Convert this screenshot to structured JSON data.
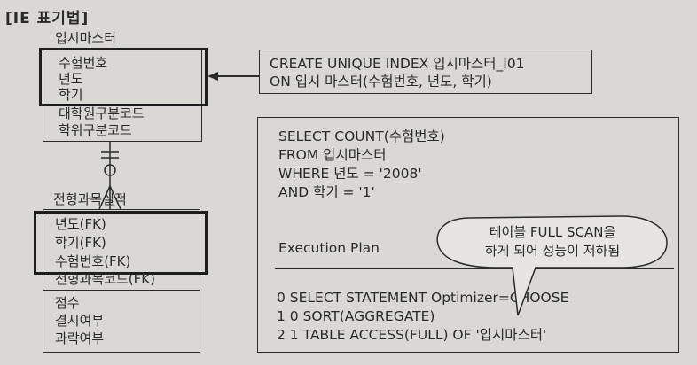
{
  "title": "[IE 표기법]",
  "entity1": {
    "name": "입시마스터",
    "pk_rows": [
      "수험번호",
      "년도",
      "학기"
    ],
    "attr_rows": [
      "대학원구분코드",
      "학위구분코드"
    ]
  },
  "entity2": {
    "name": "전형과목실적",
    "pk_rows": [
      "년도(FK)",
      "학기(FK)",
      "수험번호(FK)",
      "전형과목코드(FK)"
    ],
    "attr_rows": [
      "점수",
      "결시여부",
      "과락여부"
    ]
  },
  "index_box": {
    "line1": "CREATE UNIQUE INDEX  입시마스터_I01",
    "line2": "ON 입시 마스터(수험번호, 년도, 학기)"
  },
  "sql_box": {
    "lines": [
      "SELECT COUNT(수험번호)",
      "FROM   입시마스터",
      "WHERE 년도  = '2008'",
      "AND      학기 = '1'"
    ],
    "plan_header": "Execution Plan",
    "plan_lines": [
      "0   SELECT STATEMENT Optimizer=CHOOSE",
      "1   0   SORT(AGGREGATE)",
      "2   1     TABLE ACCESS(FULL) OF '입시마스터'"
    ]
  },
  "callout": {
    "line1": "테이블 FULL SCAN을",
    "line2": "하게 되어 성능이 저하됨"
  }
}
